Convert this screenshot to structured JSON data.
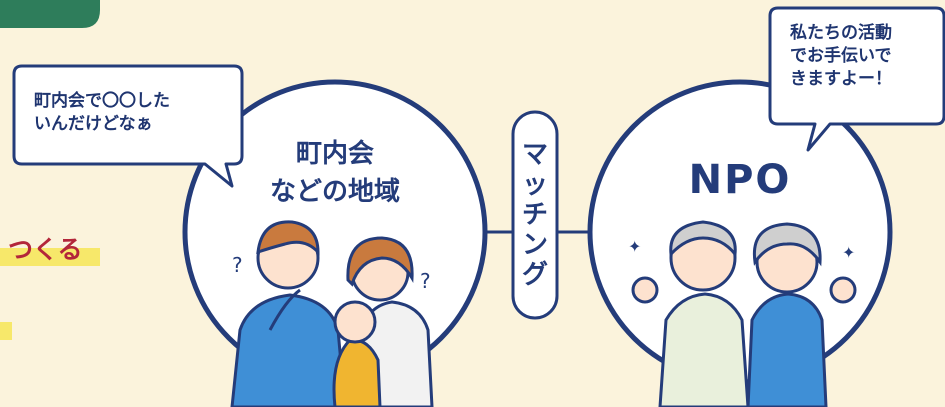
{
  "colors": {
    "background": "#fbf3dc",
    "navy": "#243c7a",
    "green": "#2e7d5b",
    "red_text": "#b3263a",
    "highlight": "#f7e86a"
  },
  "left_panel": {
    "heading_fragment": "つくる"
  },
  "speech_bubble_left": {
    "line1": "町内会で〇〇した",
    "line2": "いんだけどなぁ"
  },
  "circle_left": {
    "line1": "町内会",
    "line2": "などの地域"
  },
  "matching_label": {
    "chars": [
      "マ",
      "ッ",
      "チ",
      "ン",
      "グ"
    ]
  },
  "circle_right": {
    "label": "NPO"
  },
  "speech_bubble_right": {
    "line1": "私たちの活動",
    "line2": "でお手伝いで",
    "line3": "きますよー！"
  }
}
